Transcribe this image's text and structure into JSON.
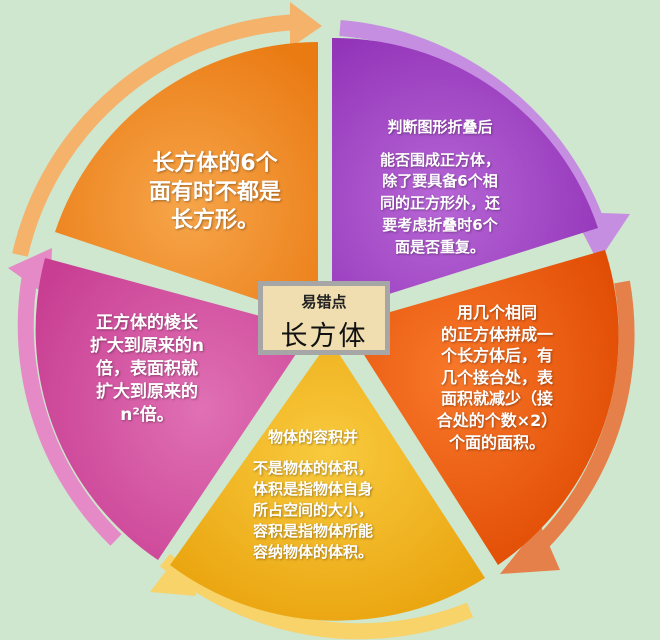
{
  "center": {
    "label": "易错点",
    "title": "长方体"
  },
  "segments": [
    {
      "text": "长方体的6个\n面有时不都是\n长方形。"
    },
    {
      "heading": "判断图形折叠后",
      "body": "能否围成正方体，\n除了要具备6个相\n同的正方形外，还\n要考虑折叠时6个\n面是否重复。"
    },
    {
      "text": "用几个相同\n的正方体拼成一\n个长方体后，有\n几个接合处，表\n面积就减少（接\n合处的个数×2）\n个面的面积。"
    },
    {
      "heading": "物体的容积并",
      "body": "不是物体的体积，\n体积是指物体自身\n所占空间的大小，\n容积是指物体所能\n容纳物体的体积。"
    },
    {
      "text": "正方体的棱长\n扩大到原来的n\n倍，表面积就\n扩大到原来的\nn²倍。"
    }
  ],
  "colors": {
    "orange": "#f08f2a",
    "purple": "#a64ac8",
    "red_orange": "#f25d0c",
    "yellow": "#f2b21c",
    "pink": "#d450a0",
    "background": "#cfe6cf"
  }
}
